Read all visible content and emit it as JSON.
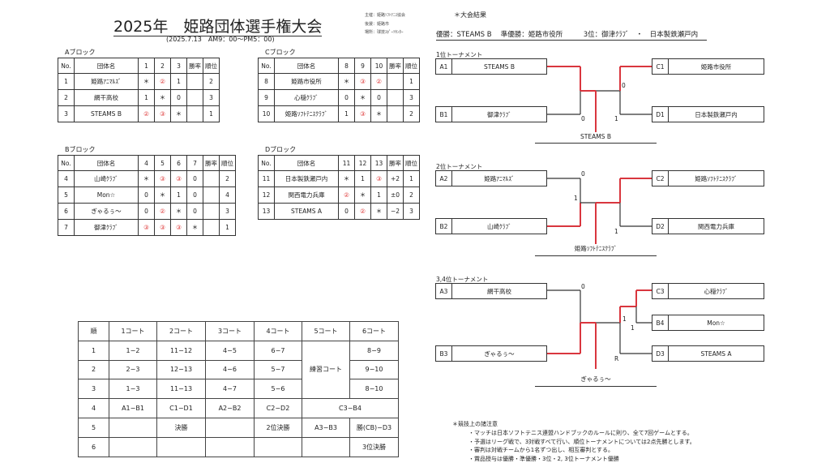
{
  "header": {
    "title": "2025年　姫路団体選手権大会",
    "subtitle": "(2025.7.13　AM9：00〜PM5：00)",
    "organizer": [
      "主催：姫路ｿﾌﾄﾃﾆｽ協会",
      "後援：姫路市",
      "場所：球技ｽﾎﾟｰﾂｾﾝﾀｰ"
    ]
  },
  "results": {
    "heading": "＊大会結果",
    "summary": "優勝：STEAMS B　 準優勝：姫路市役所　　　3位：御津ｸﾗﾌﾞ　・　日本製鉄瀬戸内"
  },
  "blocks": [
    {
      "label": "Aブロック",
      "headers": [
        "No.",
        "団体名",
        "1",
        "2",
        "3",
        "勝率",
        "順位"
      ],
      "rows": [
        [
          "1",
          "姫路ｱﾆﾏﾙｽﾞ",
          "＊",
          "②",
          "1",
          "",
          "2"
        ],
        [
          "2",
          "網干高校",
          "1",
          "＊",
          "0",
          "",
          "3"
        ],
        [
          "3",
          "STEAMS B",
          "②",
          "③",
          "＊",
          "",
          "1"
        ]
      ]
    },
    {
      "label": "Cブロック",
      "headers": [
        "No.",
        "団体名",
        "8",
        "9",
        "10",
        "勝率",
        "順位"
      ],
      "rows": [
        [
          "8",
          "姫路市役所",
          "＊",
          "③",
          "②",
          "",
          "1"
        ],
        [
          "9",
          "心穏ｸﾗﾌﾞ",
          "0",
          "＊",
          "0",
          "",
          "3"
        ],
        [
          "10",
          "姫路ｿﾌﾄﾃﾆｽｸﾗﾌﾞ",
          "1",
          "③",
          "＊",
          "",
          "2"
        ]
      ]
    },
    {
      "label": "Bブロック",
      "headers": [
        "No.",
        "団体名",
        "4",
        "5",
        "6",
        "7",
        "勝率",
        "順位"
      ],
      "rows": [
        [
          "4",
          "山崎ｸﾗﾌﾞ",
          "＊",
          "③",
          "③",
          "0",
          "",
          "2"
        ],
        [
          "5",
          "Mon☆",
          "0",
          "＊",
          "1",
          "0",
          "",
          "4"
        ],
        [
          "6",
          "ぎゃるぅ〜",
          "0",
          "②",
          "＊",
          "0",
          "",
          "3"
        ],
        [
          "7",
          "御津ｸﾗﾌﾞ",
          "③",
          "③",
          "③",
          "＊",
          "",
          "1"
        ]
      ]
    },
    {
      "label": "Dブロック",
      "headers": [
        "No.",
        "団体名",
        "11",
        "12",
        "13",
        "勝率",
        "順位"
      ],
      "rows": [
        [
          "11",
          "日本製鉄瀬戸内",
          "＊",
          "1",
          "③",
          "+2",
          "1"
        ],
        [
          "12",
          "関西電力兵庫",
          "②",
          "＊",
          "1",
          "±0",
          "2"
        ],
        [
          "13",
          "STEAMS A",
          "0",
          "②",
          "＊",
          "−2",
          "3"
        ]
      ]
    }
  ],
  "tournaments": [
    {
      "label": "1位トーナメント",
      "teams": [
        {
          "code": "A1",
          "name": "STEAMS B"
        },
        {
          "code": "B1",
          "name": "御津ｸﾗﾌﾞ"
        },
        {
          "code": "C1",
          "name": "姫路市役所"
        },
        {
          "code": "D1",
          "name": "日本製鉄瀬戸内"
        }
      ],
      "scores": [
        "0",
        "1",
        "0"
      ],
      "winner": "STEAMS B"
    },
    {
      "label": "2位トーナメント",
      "teams": [
        {
          "code": "A2",
          "name": "姫路ｱﾆﾏﾙｽﾞ"
        },
        {
          "code": "B2",
          "name": "山崎ｸﾗﾌﾞ"
        },
        {
          "code": "C2",
          "name": "姫路ｿﾌﾄﾃﾆｽｸﾗﾌﾞ"
        },
        {
          "code": "D2",
          "name": "関西電力兵庫"
        }
      ],
      "scores": [
        "0",
        "1",
        "1"
      ],
      "winner": "姫路ｿﾌﾄﾃﾆｽｸﾗﾌﾞ"
    },
    {
      "label": "3,4位トーナメント",
      "teams": [
        {
          "code": "A3",
          "name": "網干高校"
        },
        {
          "code": "B3",
          "name": "ぎゃるぅ〜"
        },
        {
          "code": "C3",
          "name": "心穏ｸﾗﾌﾞ"
        },
        {
          "code": "B4",
          "name": "Mon☆"
        },
        {
          "code": "D3",
          "name": "STEAMS A"
        }
      ],
      "scores": [
        "0",
        "1",
        "1",
        "R"
      ],
      "winner": "ぎゃるぅ〜"
    }
  ],
  "schedule": {
    "headers": [
      "順",
      "1コート",
      "2コート",
      "3コート",
      "4コート",
      "5コート",
      "6コート"
    ],
    "practice": "練習コート",
    "r4_merged": "C3−B4",
    "rows": [
      [
        "1",
        "1−2",
        "11−12",
        "4−5",
        "6−7",
        "8−9"
      ],
      [
        "2",
        "2−3",
        "12−13",
        "4−6",
        "5−7",
        "9−10"
      ],
      [
        "3",
        "1−3",
        "11−13",
        "4−7",
        "5−6",
        "8−10"
      ],
      [
        "4",
        "A1−B1",
        "C1−D1",
        "A2−B2",
        "C2−D2"
      ],
      [
        "5",
        "",
        "決勝",
        "",
        "2位決勝",
        "A3−B3",
        "勝(CB)−D3"
      ],
      [
        "6",
        "",
        "",
        "",
        "",
        "",
        "3位決勝"
      ]
    ]
  },
  "notes": {
    "heading": "＊競技上の諸注意",
    "items": [
      "・マッチは日本ソフトテニス連盟ハンドブックのルールに則り、全て7回ゲームとする。",
      "・予選はリーグ戦で、3対戦すべて行い、順位トーナメントについては2点先勝とします。",
      "・審判は対戦チームから1名ずつ出し、相互審判とする。",
      "・賞品授与は優勝・準優勝・3位・2, 3位トーナメント優勝"
    ]
  },
  "colors": {
    "win_line": "#d9363e",
    "line": "#333333"
  }
}
